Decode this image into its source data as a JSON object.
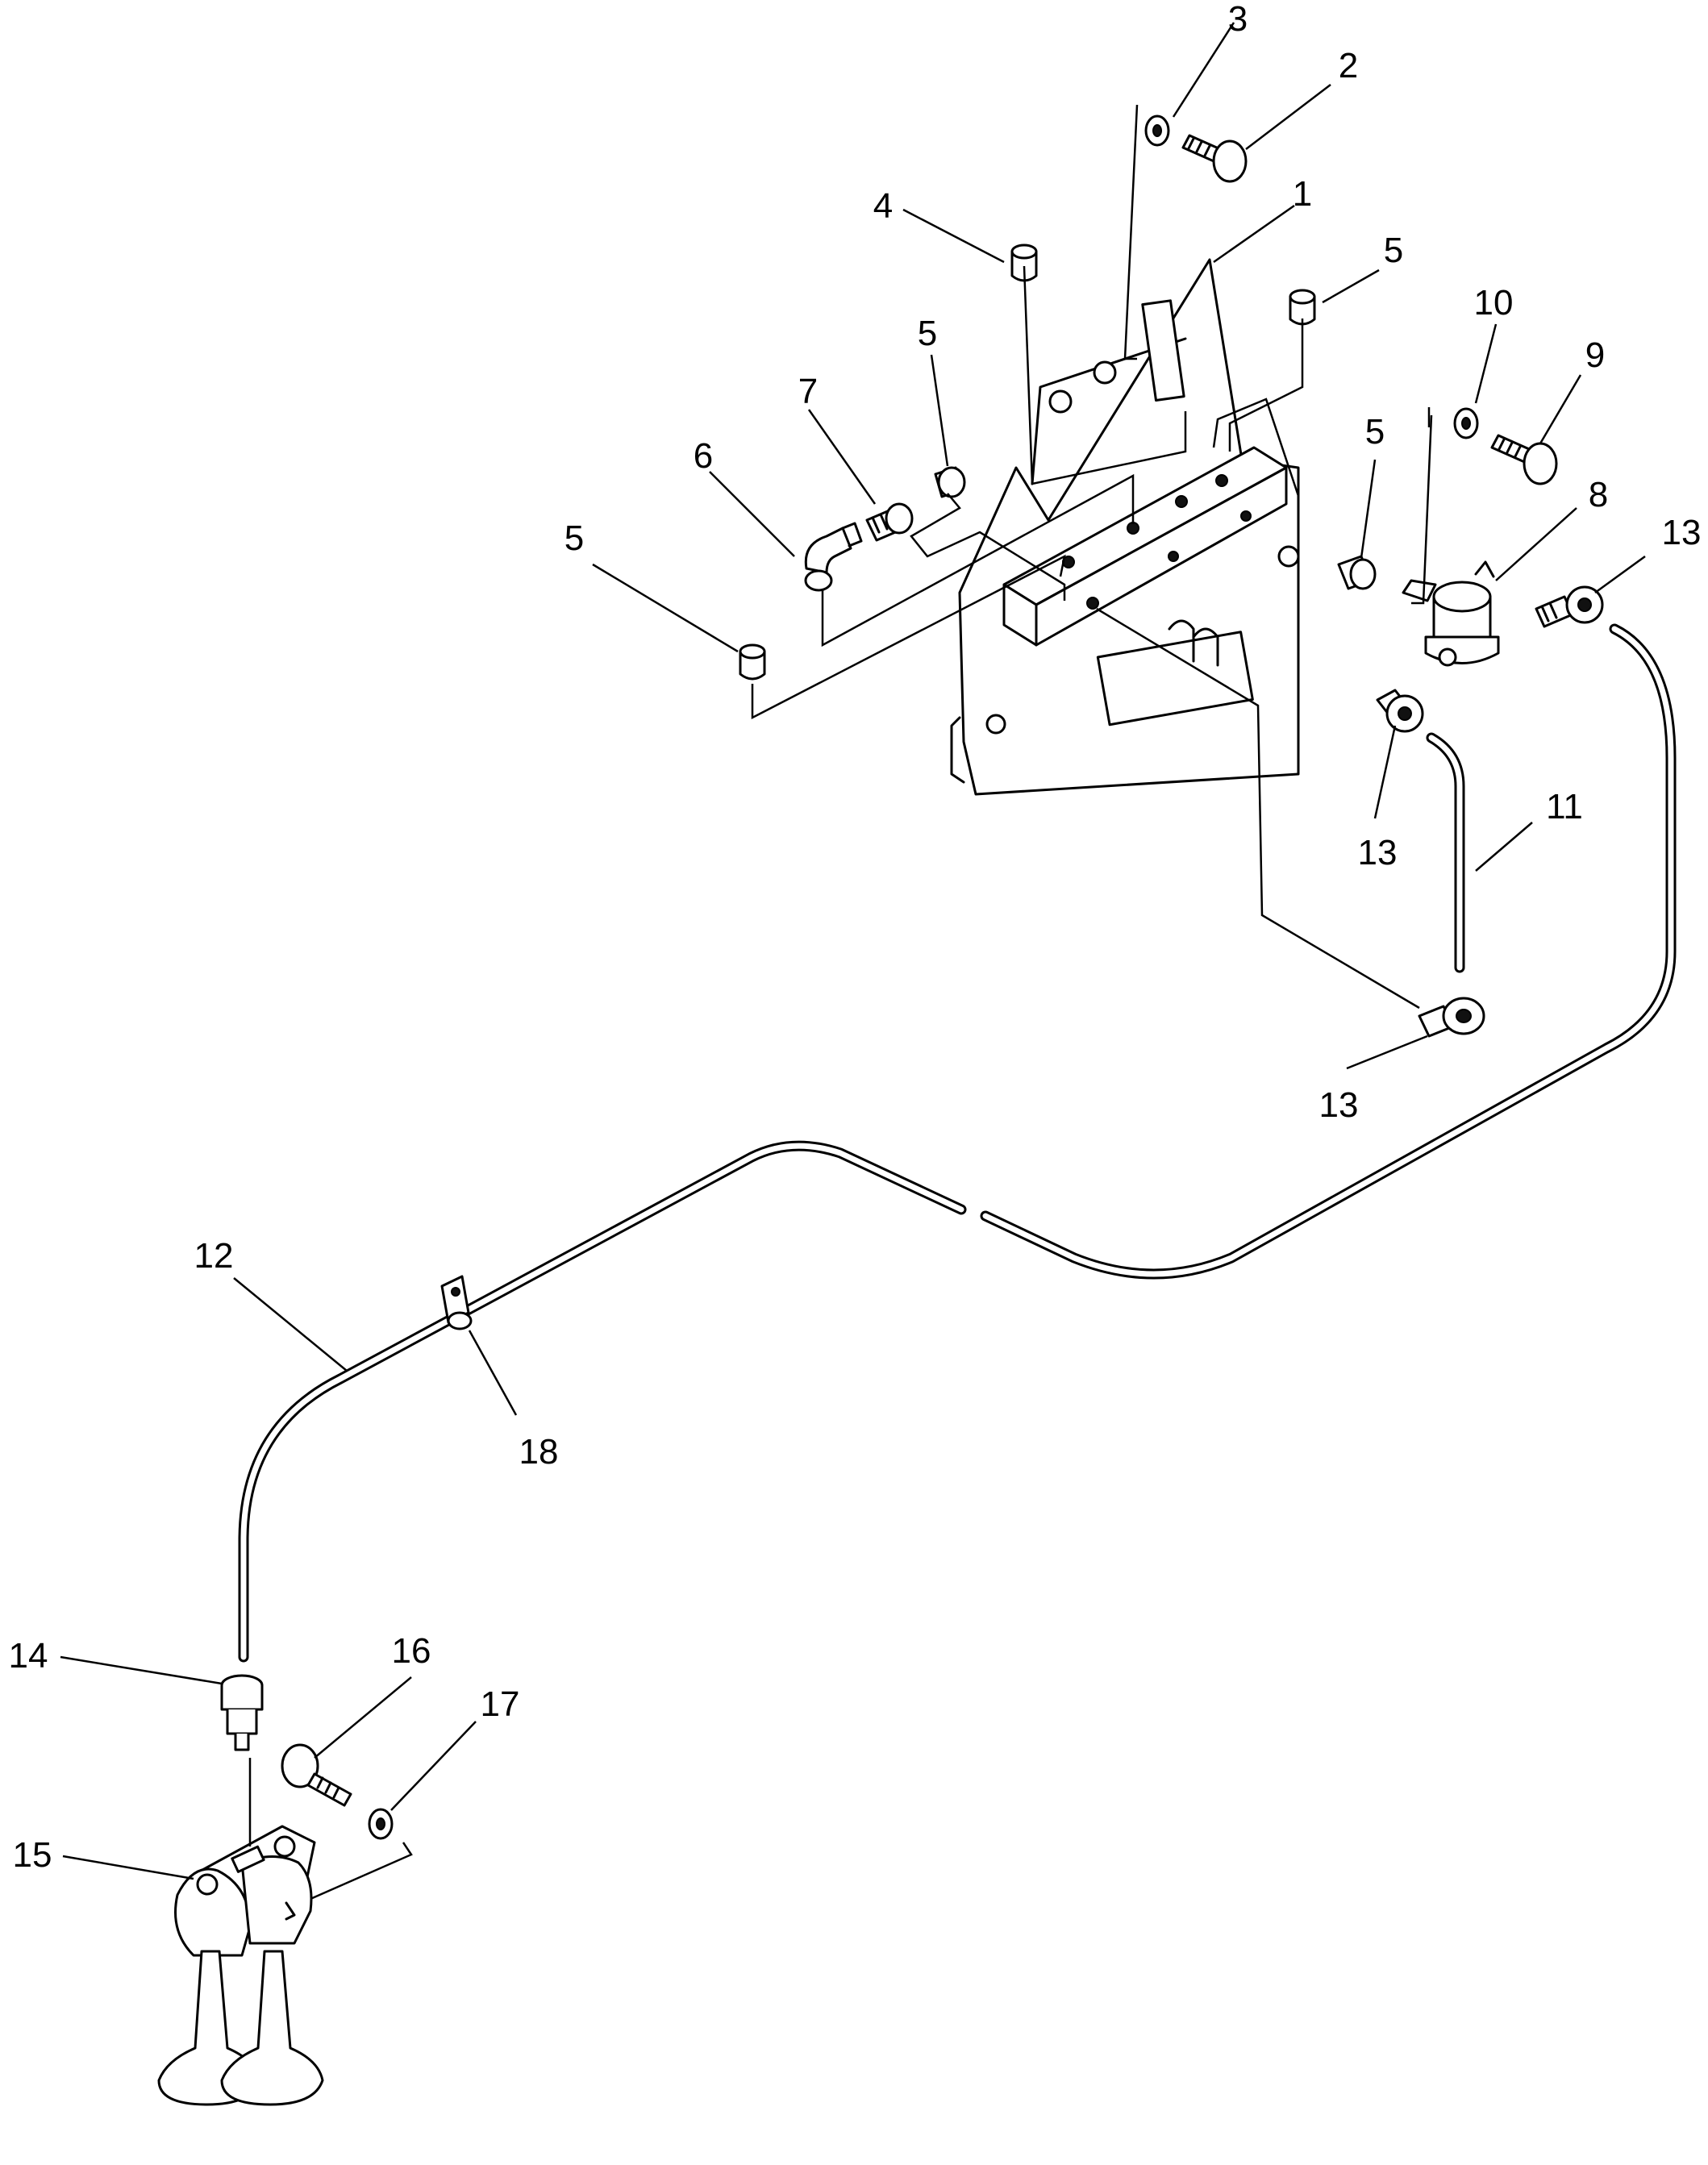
{
  "callouts": [
    {
      "id": "c3",
      "text": "3"
    },
    {
      "id": "c2",
      "text": "2"
    },
    {
      "id": "c1",
      "text": "1"
    },
    {
      "id": "c4",
      "text": "4"
    },
    {
      "id": "c5a",
      "text": "5"
    },
    {
      "id": "c5b",
      "text": "5"
    },
    {
      "id": "c7",
      "text": "7"
    },
    {
      "id": "c6",
      "text": "6"
    },
    {
      "id": "c5c",
      "text": "5"
    },
    {
      "id": "c5d",
      "text": "5"
    },
    {
      "id": "c10",
      "text": "10"
    },
    {
      "id": "c9",
      "text": "9"
    },
    {
      "id": "c8",
      "text": "8"
    },
    {
      "id": "c13a",
      "text": "13"
    },
    {
      "id": "c13b",
      "text": "13"
    },
    {
      "id": "c11",
      "text": "11"
    },
    {
      "id": "c13c",
      "text": "13"
    },
    {
      "id": "c12",
      "text": "12"
    },
    {
      "id": "c18",
      "text": "18"
    },
    {
      "id": "c14",
      "text": "14"
    },
    {
      "id": "c16",
      "text": "16"
    },
    {
      "id": "c17",
      "text": "17"
    },
    {
      "id": "c15",
      "text": "15"
    }
  ]
}
